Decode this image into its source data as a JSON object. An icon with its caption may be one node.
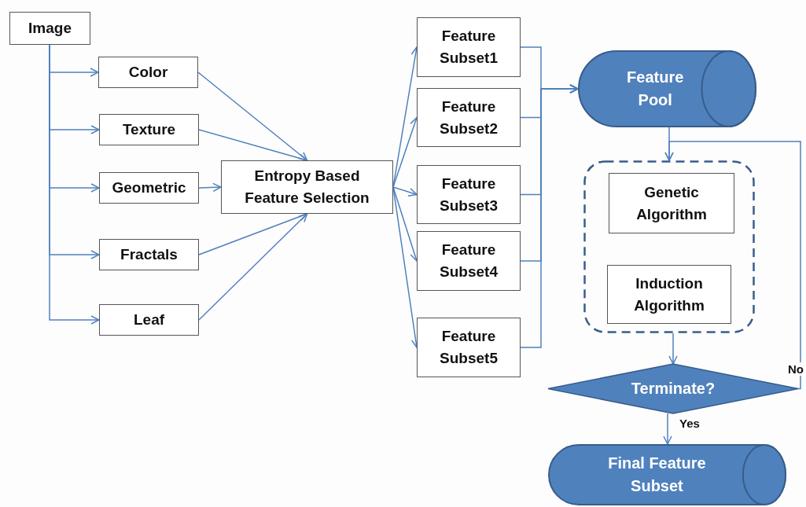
{
  "diagram": {
    "nodes": [
      {
        "text": [
          "Image"
        ]
      },
      {
        "text": [
          "Color"
        ]
      },
      {
        "text": [
          "Texture"
        ]
      },
      {
        "text": [
          "Geometric"
        ]
      },
      {
        "text": [
          "Fractals"
        ]
      },
      {
        "text": [
          "Leaf"
        ]
      },
      {
        "text": [
          "Entropy Based Feature Selection"
        ]
      },
      {
        "text": [
          "Feature Subset1"
        ]
      },
      {
        "text": [
          "Feature Subset2"
        ]
      },
      {
        "text": [
          "Feature Subset3"
        ]
      },
      {
        "text": [
          "Feature Subset4"
        ]
      },
      {
        "text": [
          "Feature Subset5"
        ]
      },
      {
        "text": [
          "Feature Pool"
        ]
      },
      {
        "text": [],
        "shape": "box"
      },
      {
        "text": [
          "Genetic Algorithm"
        ],
        "in": 13
      },
      {
        "text": [
          "Induction Algorithm"
        ],
        "in": 13
      },
      {
        "text": [
          "Terminate?"
        ]
      },
      {
        "text": [
          "Final Feature Subset"
        ]
      }
    ],
    "edges": [
      {
        "from": 0,
        "to": 1,
        "arrow": "to"
      },
      {
        "from": 0,
        "to": 2,
        "arrow": "to"
      },
      {
        "from": 0,
        "to": 3,
        "arrow": "to"
      },
      {
        "from": 0,
        "to": 4,
        "arrow": "to"
      },
      {
        "from": 0,
        "to": 5,
        "arrow": "to"
      },
      {
        "from": 1,
        "to": 6,
        "arrow": "to"
      },
      {
        "from": 2,
        "to": 6,
        "arrow": "to"
      },
      {
        "from": 3,
        "to": 6,
        "arrow": "to"
      },
      {
        "from": 4,
        "to": 6,
        "arrow": "to"
      },
      {
        "from": 5,
        "to": 6,
        "arrow": "to"
      },
      {
        "from": 6,
        "to": 7,
        "arrow": "to"
      },
      {
        "from": 6,
        "to": 8,
        "arrow": "to"
      },
      {
        "from": 6,
        "to": 9,
        "arrow": "to"
      },
      {
        "from": 6,
        "to": 10,
        "arrow": "to"
      },
      {
        "from": 6,
        "to": 11,
        "arrow": "to"
      },
      {
        "from": 7,
        "to": 12,
        "arrow": "to"
      },
      {
        "from": 8,
        "to": 12,
        "arrow": "to"
      },
      {
        "from": 9,
        "to": 12,
        "arrow": "to"
      },
      {
        "from": 10,
        "to": 12,
        "arrow": "to"
      },
      {
        "from": 11,
        "to": 12,
        "arrow": "to"
      },
      {
        "from": 12,
        "to": 13,
        "arrow": "to"
      },
      {
        "from": 13,
        "to": 16,
        "arrow": "to"
      },
      {
        "from": 16,
        "to": 17,
        "arrow": "to",
        "label": "Yes"
      },
      {
        "from": 16,
        "to": 13,
        "arrow": "to",
        "label": "No"
      }
    ]
  }
}
